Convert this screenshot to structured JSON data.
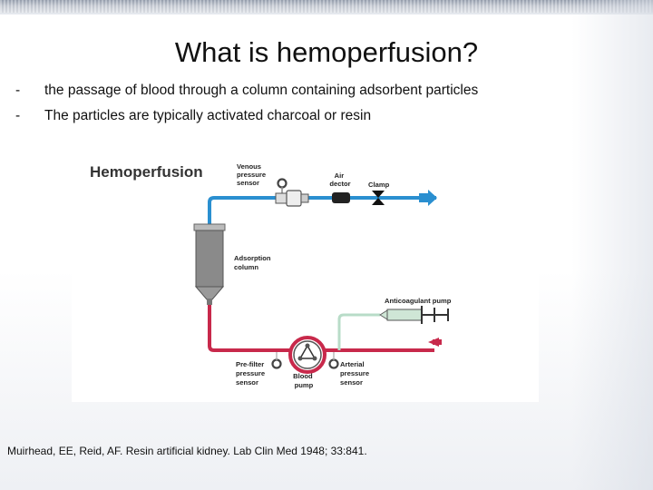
{
  "slide": {
    "title": "What is hemoperfusion?",
    "bullets": [
      {
        "marker": "-",
        "text": "the passage of blood through a column containing adsorbent particles"
      },
      {
        "marker": "-",
        "text": "The particles are typically activated charcoal or resin"
      }
    ],
    "citation": "Muirhead, EE, Reid, AF. Resin artificial kidney. Lab Clin Med 1948; 33:841."
  },
  "diagram": {
    "heading": "Hemoperfusion",
    "labels": {
      "venous_sensor": [
        "Venous",
        "pressure",
        "sensor"
      ],
      "air_detector": [
        "Air",
        "dector"
      ],
      "clamp": "Clamp",
      "adsorption_column": [
        "Adsorption",
        "column"
      ],
      "anticoagulant_pump": "Anticoagulant pump",
      "prefilter_sensor": [
        "Pre-filter",
        "pressure",
        "sensor"
      ],
      "blood_pump": [
        "Blood",
        "pump"
      ],
      "arterial_sensor": [
        "Arterial",
        "pressure",
        "sensor"
      ]
    },
    "colors": {
      "venous_line": "#2a8fd0",
      "arterial_line": "#c8294b",
      "anticoagulant_line": "#b8dcc8",
      "column_fill": "#8a8a8a"
    }
  }
}
